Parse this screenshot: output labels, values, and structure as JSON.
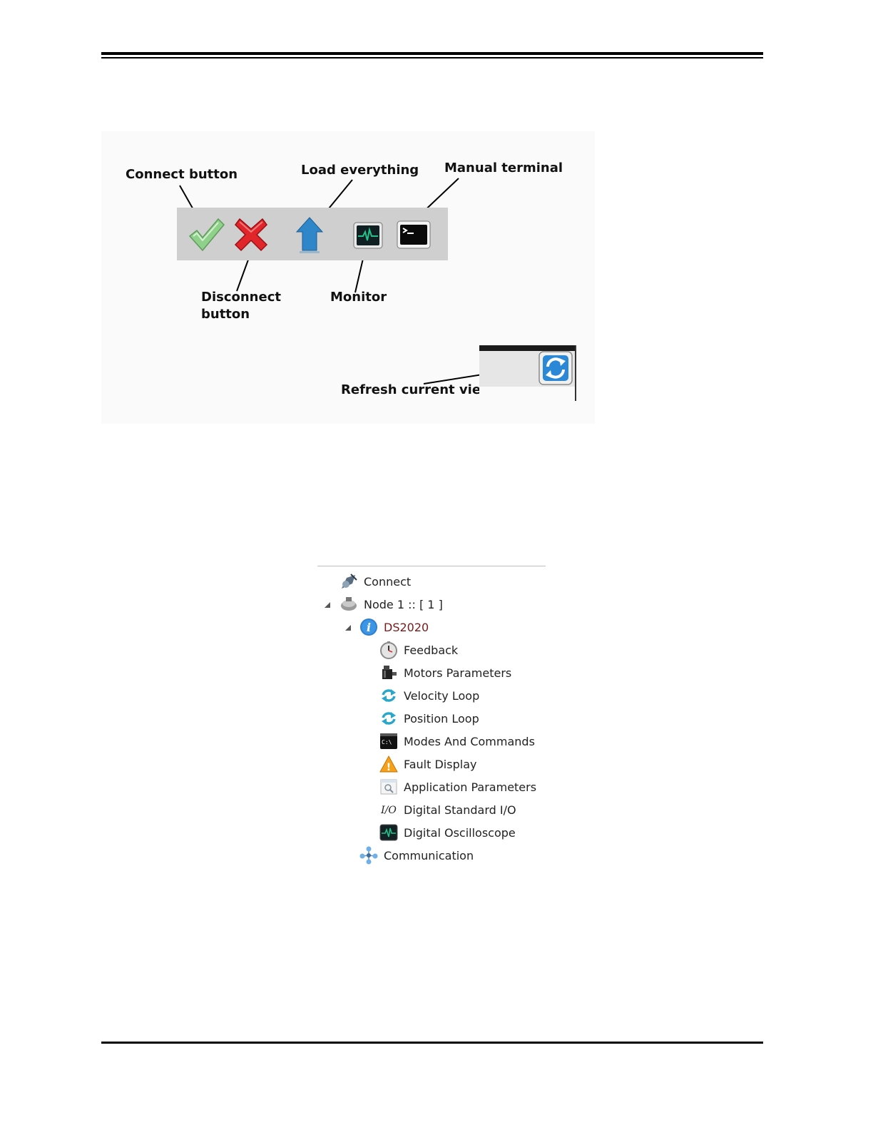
{
  "figure1": {
    "labels": {
      "connect": "Connect button",
      "load": "Load everything",
      "terminal": "Manual terminal",
      "disconnect_line1": "Disconnect",
      "disconnect_line2": "button",
      "monitor": "Monitor",
      "refresh": "Refresh current view"
    },
    "toolbar_icons": [
      "check-icon",
      "x-icon",
      "arrow-up-icon",
      "monitor-icon",
      "terminal-icon"
    ],
    "refresh_icon": "refresh-icon"
  },
  "tree": {
    "items": [
      {
        "label": "Connect",
        "icon": "connect-icon"
      },
      {
        "label": "Node 1 :: [ 1 ]",
        "icon": "node-icon"
      },
      {
        "label": "DS2020",
        "icon": "info-icon"
      },
      {
        "label": "Feedback",
        "icon": "feedback-icon"
      },
      {
        "label": "Motors Parameters",
        "icon": "motor-icon"
      },
      {
        "label": "Velocity Loop",
        "icon": "loop-icon"
      },
      {
        "label": "Position Loop",
        "icon": "loop-icon"
      },
      {
        "label": "Modes And Commands",
        "icon": "console-icon"
      },
      {
        "label": "Fault Display",
        "icon": "warning-icon"
      },
      {
        "label": "Application Parameters",
        "icon": "app-params-icon"
      },
      {
        "label": "Digital Standard I/O",
        "icon": "io-icon"
      },
      {
        "label": "Digital Oscilloscope",
        "icon": "oscilloscope-icon"
      },
      {
        "label": "Communication",
        "icon": "communication-icon"
      }
    ],
    "io_glyph": "I/O",
    "console_glyph": "C:\\",
    "info_glyph": "i",
    "warning_glyph": "!"
  },
  "colors": {
    "ds2020_text": "#7a1a1a",
    "toolbar_bg": "#cfcfcf",
    "check_green": "#8fd08a",
    "x_red": "#e0262b",
    "arrow_blue": "#2f86c9"
  }
}
